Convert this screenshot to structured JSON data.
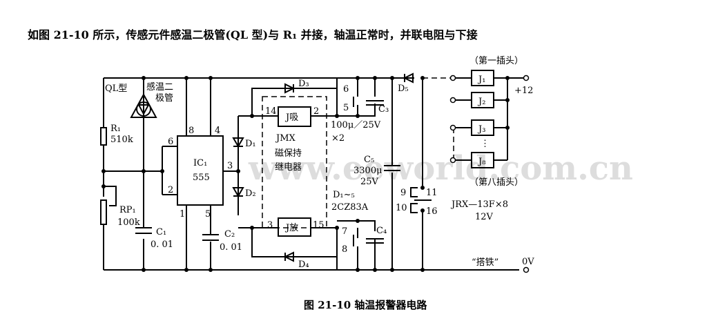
{
  "intro_text": "如图 21-10 所示，传感元件感温二极管(QL 型)与 R₁ 并接，轴温正常时，并联电阻与下接",
  "caption": "图 21-10    轴温报警器电路",
  "watermark": "www.eeworld.com.cn",
  "labels": {
    "ql": "QL型",
    "sensor1": "感温二",
    "sensor2": "极管",
    "r1": "R₁",
    "r1_val": "510k",
    "rp1": "RP₁",
    "rp1_val": "100k",
    "c1": "C₁",
    "c1_val": "0. 01",
    "c2": "C₂",
    "c2_val": "0. 01",
    "ic": "IC₁",
    "ic_type": "555",
    "pin8": "8",
    "pin4": "4",
    "pin6": "6",
    "pin2": "2",
    "pin3": "3",
    "pin1": "1",
    "pin5": "5",
    "d1": "D₁",
    "d2": "D₂",
    "d3": "D₃",
    "d4": "D₄",
    "d5": "D₅",
    "j_pull": "J吸",
    "j_release": "J放",
    "p14": "14",
    "p2": "2",
    "p3": "3",
    "p15": "15",
    "jmx": "JMX",
    "relay1": "磁保持",
    "relay2": "继电器",
    "c3": "C₃",
    "c4": "C₄",
    "c3_val": "100μ／25V",
    "c3_mult": "×2",
    "p6": "6",
    "p5": "5",
    "p7": "7",
    "p8": "8",
    "c5": "C₅",
    "c5_val": "3300μ",
    "c5_v": "25V",
    "diodes": "D₁~₅",
    "diode_type": "2CZ83A",
    "p9": "9",
    "p10": "10",
    "p11": "11",
    "p16": "16",
    "plug_first": "（第一插头）",
    "plug_eighth": "（第八插头）",
    "j1": "J₁",
    "j2": "J₂",
    "j3": "J₃",
    "j8": "J₈",
    "vdots": "⋮",
    "plus12": "+12",
    "jrx": "JRX—13F×8",
    "jrx_v": "12V",
    "ground": "“搭铁”",
    "zero_v": "0V"
  }
}
